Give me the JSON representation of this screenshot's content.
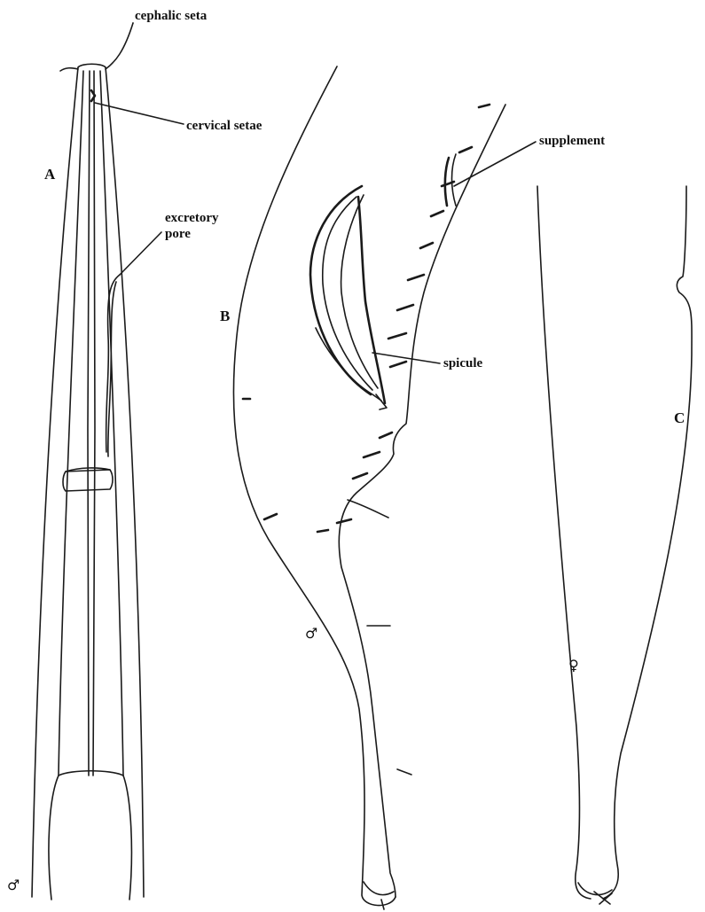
{
  "panels": {
    "a": {
      "letter": "A",
      "sex": "♂"
    },
    "b": {
      "letter": "B",
      "sex": "♂"
    },
    "c": {
      "letter": "C",
      "sex": "♀"
    }
  },
  "labels": {
    "cephalic_seta": "cephalic seta",
    "cervical_setae": "cervical setae",
    "excretory_pore_line1": "excretory",
    "excretory_pore_line2": "pore",
    "supplement": "supplement",
    "spicule": "spicule"
  }
}
